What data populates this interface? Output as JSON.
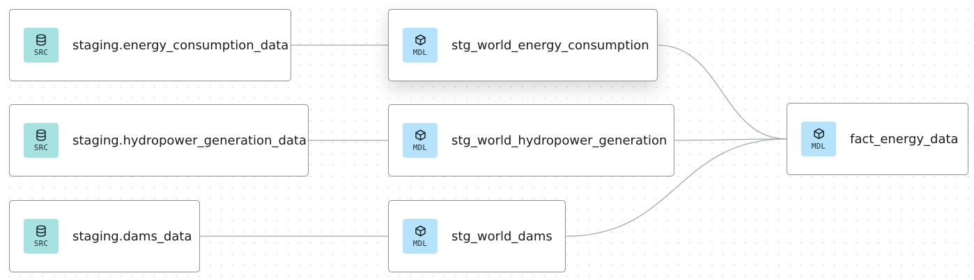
{
  "badges": {
    "source": "SRC",
    "model": "MDL"
  },
  "icons": {
    "source": "database-icon",
    "model": "cube-icon"
  },
  "colors": {
    "source_badge": "#a6e3e0",
    "model_badge": "#b6e2fb",
    "edge": "#a3a8ad",
    "node_border": "#8f8f8f"
  },
  "nodes": {
    "src_energy": {
      "label": "staging.energy_consumption_data",
      "kind": "source"
    },
    "src_hydro": {
      "label": "staging.hydropower_generation_data",
      "kind": "source"
    },
    "src_dams": {
      "label": "staging.dams_data",
      "kind": "source"
    },
    "mdl_energy": {
      "label": "stg_world_energy_consumption",
      "kind": "model"
    },
    "mdl_hydro": {
      "label": "stg_world_hydropower_generation",
      "kind": "model"
    },
    "mdl_dams": {
      "label": "stg_world_dams",
      "kind": "model"
    },
    "mdl_fact": {
      "label": "fact_energy_data",
      "kind": "model"
    }
  },
  "edges": [
    {
      "from": "src_energy",
      "to": "mdl_energy"
    },
    {
      "from": "src_hydro",
      "to": "mdl_hydro"
    },
    {
      "from": "src_dams",
      "to": "mdl_dams"
    },
    {
      "from": "mdl_energy",
      "to": "mdl_fact"
    },
    {
      "from": "mdl_hydro",
      "to": "mdl_fact"
    },
    {
      "from": "mdl_dams",
      "to": "mdl_fact"
    }
  ]
}
